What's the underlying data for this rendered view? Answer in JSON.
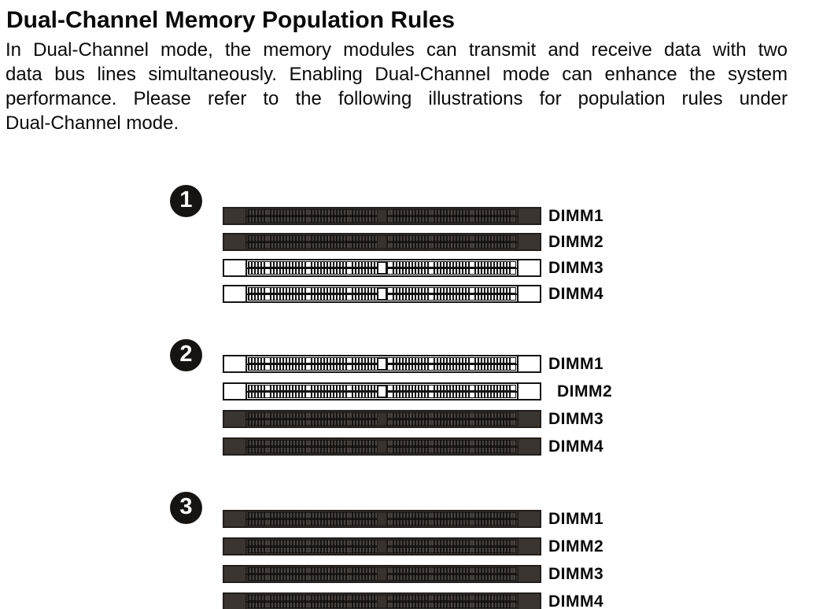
{
  "header": {
    "title": "Dual-Channel Memory Population Rules"
  },
  "intro": {
    "lines": [
      "In Dual-Channel mode, the memory modules can transmit and receive data with two",
      "data bus lines simultaneously. Enabling Dual-Channel mode can enhance the system",
      "performance. Please refer to the following illustrations for population rules under",
      "Dual-Channel mode."
    ]
  },
  "diagram": {
    "groups": [
      {
        "number": "1",
        "slots": [
          {
            "label": "DIMM1",
            "state": "populated"
          },
          {
            "label": "DIMM2",
            "state": "populated"
          },
          {
            "label": "DIMM3",
            "state": "empty"
          },
          {
            "label": "DIMM4",
            "state": "empty"
          }
        ]
      },
      {
        "number": "2",
        "slots": [
          {
            "label": "DIMM1",
            "state": "empty"
          },
          {
            "label": "DIMM2",
            "state": "empty",
            "indent": true
          },
          {
            "label": "DIMM3",
            "state": "populated"
          },
          {
            "label": "DIMM4",
            "state": "populated"
          }
        ]
      },
      {
        "number": "3",
        "slots": [
          {
            "label": "DIMM1",
            "state": "populated"
          },
          {
            "label": "DIMM2",
            "state": "populated"
          },
          {
            "label": "DIMM3",
            "state": "populated"
          },
          {
            "label": "DIMM4",
            "state": "populated"
          }
        ]
      }
    ],
    "colors": {
      "page_bg": "#ffffff",
      "text_color": "#0a0a0a",
      "populated_fill": "#332e2b",
      "populated_border": "#221e1b",
      "empty_fill": "#ffffff",
      "outline": "#141414",
      "badge_bg": "#161412",
      "badge_text": "#ffffff"
    }
  }
}
